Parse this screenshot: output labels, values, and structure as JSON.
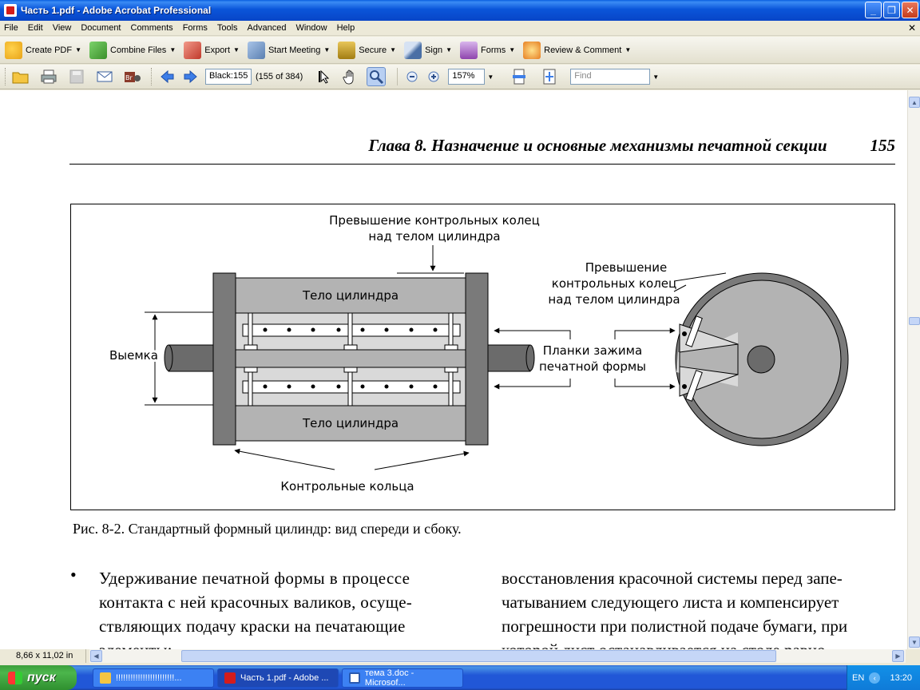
{
  "window": {
    "title": "Часть 1.pdf - Adobe Acrobat Professional",
    "controls": {
      "minimize": "_",
      "maximize": "❐",
      "close": "✕"
    }
  },
  "menu": [
    "File",
    "Edit",
    "View",
    "Document",
    "Comments",
    "Forms",
    "Tools",
    "Advanced",
    "Window",
    "Help"
  ],
  "tasks_toolbar": [
    {
      "label": "Create PDF",
      "icon": "create-pdf-icon",
      "color": "#e8a317"
    },
    {
      "label": "Combine Files",
      "icon": "combine-files-icon",
      "color": "#4aa33a"
    },
    {
      "label": "Export",
      "icon": "export-icon",
      "color": "#c0392b"
    },
    {
      "label": "Start Meeting",
      "icon": "meeting-icon",
      "color": "#5a7fb0"
    },
    {
      "label": "Secure",
      "icon": "lock-icon",
      "color": "#c9a227"
    },
    {
      "label": "Sign",
      "icon": "pen-icon",
      "color": "#4a6fa5"
    },
    {
      "label": "Forms",
      "icon": "forms-icon",
      "color": "#8e44ad"
    },
    {
      "label": "Review & Comment",
      "icon": "comment-icon",
      "color": "#e67e22"
    }
  ],
  "nav_toolbar": {
    "page_label": "Black:155",
    "page_count": "(155 of 384)",
    "zoom": "157%",
    "find_placeholder": "Find"
  },
  "document": {
    "header_title": "Глава 8. Назначение и основные механизмы печатной секции",
    "page_number": "155",
    "figure_labels": {
      "top_excess": [
        "Превышение контрольных колец",
        "над телом цилиндра"
      ],
      "side_excess": [
        "Превышение",
        "контрольных колец",
        "над телом цилиндра"
      ],
      "body_top": "Тело цилиндра",
      "body_bottom": "Тело цилиндра",
      "gap": "Выемка",
      "clamps": [
        "Планки зажима",
        "печатной формы"
      ],
      "rings": "Контрольные кольца"
    },
    "caption": "Рис. 8-2. Стандартный формный цилиндр: вид спереди и сбоку.",
    "left_column": [
      "Удерживание печатной формы в процессе",
      "контакта с ней красочных валиков, осуще-",
      "ствляющих подачу краски на печатающие",
      "элементы;"
    ],
    "right_column": [
      "восстановления красочной системы перед запе-",
      "чатыванием следующего листа и компенсирует",
      "погрешности при полистной подаче бумаги, при",
      "которой лист останавливается на столе равно-"
    ]
  },
  "status": {
    "page_size": "8,66 x 11,02 in"
  },
  "taskbar": {
    "start": "пуск",
    "buttons": [
      {
        "label": "!!!!!!!!!!!!!!!!!!!!!!!!...",
        "active": false
      },
      {
        "label": "Часть 1.pdf - Adobe ...",
        "active": true
      },
      {
        "label": "тема 3.doc - Microsof...",
        "active": false
      }
    ],
    "lang": "EN",
    "clock": "13:20"
  }
}
